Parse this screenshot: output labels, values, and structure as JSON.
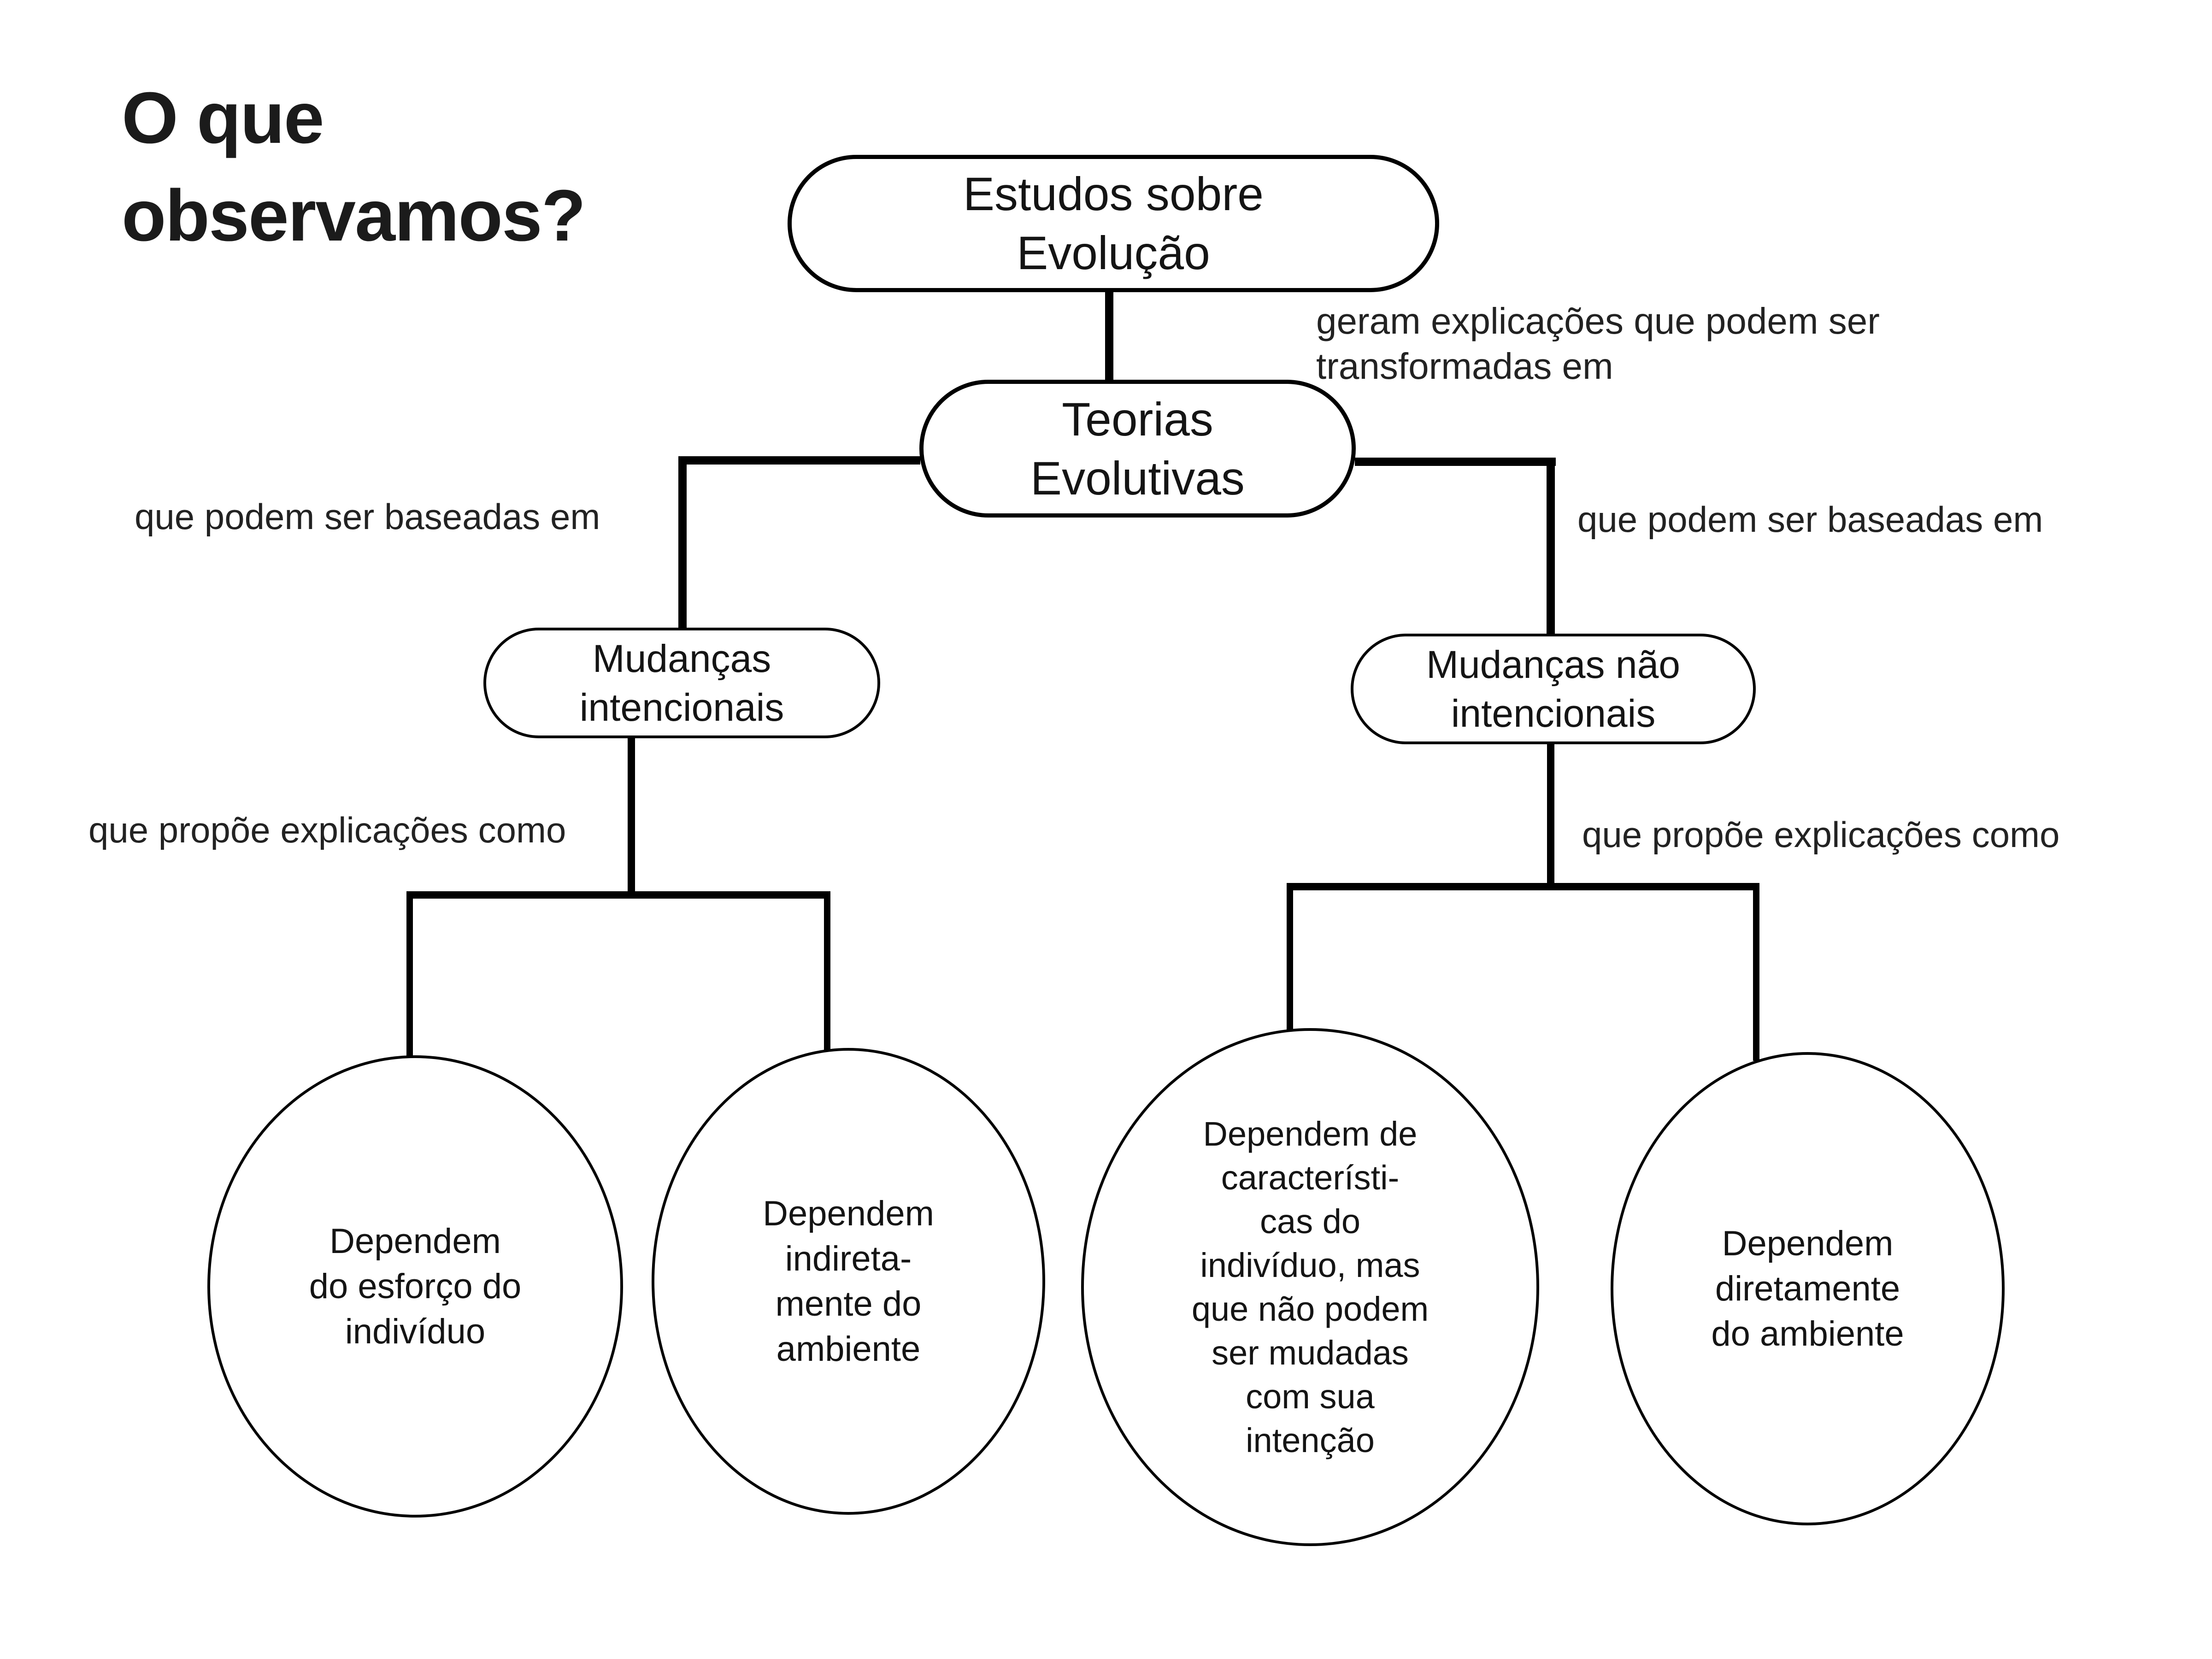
{
  "page": {
    "background_color": "#ffffff",
    "line_color": "#000000",
    "text_color": "#141414",
    "label_color": "#222222"
  },
  "title": {
    "lines": [
      "O que",
      "observamos?"
    ]
  },
  "nodes": {
    "estudos": {
      "lines": [
        "Estudos sobre",
        "Evolução"
      ]
    },
    "teorias": {
      "lines": [
        "Teorias",
        "Evolutivas"
      ]
    },
    "mudancas_intencionais": {
      "lines": [
        "Mudanças",
        "intencionais"
      ]
    },
    "mudancas_nao_intencionais": {
      "lines": [
        "Mudanças não",
        "intencionais"
      ]
    }
  },
  "edge_labels": {
    "geram": {
      "lines": [
        "geram explicações que podem ser",
        "transformadas em"
      ]
    },
    "baseadas_left": "que podem ser baseadas em",
    "baseadas_right": "que podem ser baseadas em",
    "propoe_left": "que propõe explicações como",
    "propoe_right": "que propõe explicações como"
  },
  "ellipses": {
    "esforco": {
      "lines": [
        "Dependem",
        "do esforço do",
        "indivíduo"
      ]
    },
    "indiretamente": {
      "lines": [
        "Dependem",
        "indireta-",
        "mente do",
        "ambiente"
      ]
    },
    "caracteristicas": {
      "lines": [
        "Dependem de",
        "característi-",
        "cas do",
        "indivíduo, mas",
        "que não podem",
        "ser mudadas",
        "com sua",
        "intenção"
      ]
    },
    "diretamente": {
      "lines": [
        "Dependem",
        "diretamente",
        "do ambiente"
      ]
    }
  }
}
